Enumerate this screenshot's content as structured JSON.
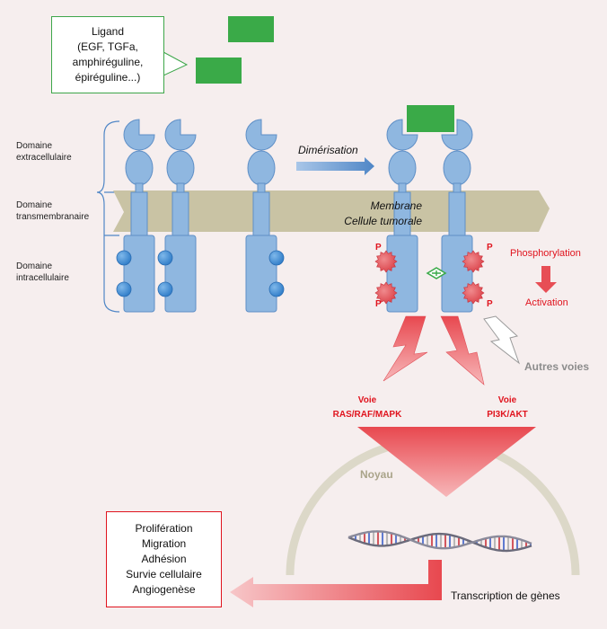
{
  "ligand": {
    "lines": [
      "Ligand",
      "(EGF, TGFa,",
      "amphiréguline,",
      "épiréguline...)"
    ]
  },
  "domains": {
    "extracellular": [
      "Domaine",
      "extracellulaire"
    ],
    "transmembrane": [
      "Domaine",
      "transmembranaire"
    ],
    "intracellular": [
      "Domaine",
      "intracellulaire"
    ]
  },
  "dimerisation": "Dimérisation",
  "membrane": [
    "Membrane",
    "Cellule tumorale"
  ],
  "phospho_mark": "P",
  "phosphorylation": "Phosphorylation",
  "activation": "Activation",
  "other_pathways": "Autres voies",
  "pathway_left": [
    "Voie",
    "RAS/RAF/MAPK"
  ],
  "pathway_right": [
    "Voie",
    "PI3K/AKT"
  ],
  "nucleus": "Noyau",
  "transcription": "Transcription de gènes",
  "outcomes": [
    "Prolifération",
    "Migration",
    "Adhésion",
    "Survie cellulaire",
    "Angiogenèse"
  ],
  "colors": {
    "receptor": "#8fb7e0",
    "receptor_stroke": "#5f8fc6",
    "ligand": "#3aaa48",
    "membrane": "#c9c3a4",
    "phospho": "#e2555b",
    "arrow_red": "#e74e55",
    "nucleus": "#dcd8c8",
    "bracket": "#4f86c6"
  }
}
